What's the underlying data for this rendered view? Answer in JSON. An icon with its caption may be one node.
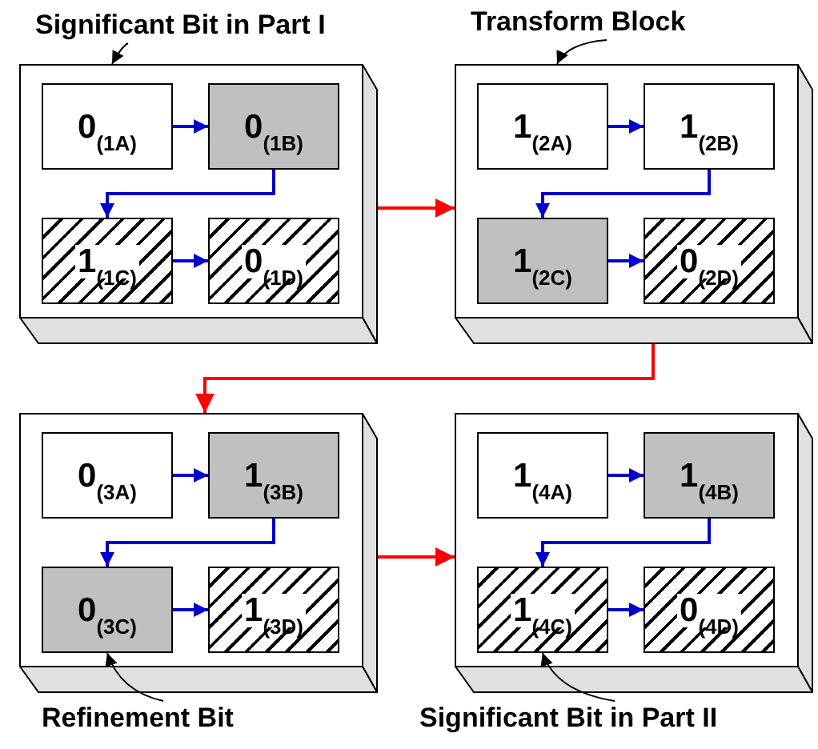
{
  "diagram": {
    "nodes": [
      {
        "text": [
          "Significant Bit in Part I"
        ]
      },
      {
        "text": [
          "Transform Block"
        ]
      },
      {
        "text": [],
        "shape": "box"
      },
      {
        "text": [
          "0$_{(1A)}$"
        ],
        "in": 2
      },
      {
        "text": [
          "0$_{(1B)}$"
        ],
        "in": 2
      },
      {
        "text": [
          "1$_{(1C)}$"
        ],
        "in": 2
      },
      {
        "text": [
          "0$_{(1D)}$"
        ],
        "in": 2
      },
      {
        "text": [],
        "shape": "box"
      },
      {
        "text": [
          "1$_{(2A)}$"
        ],
        "in": 7
      },
      {
        "text": [
          "1$_{(2B)}$"
        ],
        "in": 7
      },
      {
        "text": [
          "1$_{(2C)}$"
        ],
        "in": 7
      },
      {
        "text": [
          "0$_{(2D)}$"
        ],
        "in": 7
      },
      {
        "text": [],
        "shape": "box"
      },
      {
        "text": [
          "0$_{(3A)}$"
        ],
        "in": 12
      },
      {
        "text": [
          "1$_{(3B)}$"
        ],
        "in": 12
      },
      {
        "text": [
          "0$_{(3C)}$"
        ],
        "in": 12
      },
      {
        "text": [
          "1$_{(3D)}$"
        ],
        "in": 12
      },
      {
        "text": [],
        "shape": "box"
      },
      {
        "text": [
          "1$_{(4A)}$"
        ],
        "in": 17
      },
      {
        "text": [
          "1$_{(4B)}$"
        ],
        "in": 17
      },
      {
        "text": [
          "1$_{(4C)}$"
        ],
        "in": 17
      },
      {
        "text": [
          "0$_{(4D)}$"
        ],
        "in": 17
      },
      {
        "text": [
          "Refinement Bit"
        ]
      },
      {
        "text": [
          "Significant Bit in Part II"
        ]
      }
    ],
    "edges": [
      {
        "from": 3,
        "to": 4,
        "arrow": "to"
      },
      {
        "from": 4,
        "to": 5,
        "arrow": "to"
      },
      {
        "from": 5,
        "to": 6,
        "arrow": "to"
      },
      {
        "from": 8,
        "to": 9,
        "arrow": "to"
      },
      {
        "from": 9,
        "to": 10,
        "arrow": "to"
      },
      {
        "from": 10,
        "to": 11,
        "arrow": "to"
      },
      {
        "from": 13,
        "to": 14,
        "arrow": "to"
      },
      {
        "from": 14,
        "to": 15,
        "arrow": "to"
      },
      {
        "from": 15,
        "to": 16,
        "arrow": "to"
      },
      {
        "from": 18,
        "to": 19,
        "arrow": "to"
      },
      {
        "from": 19,
        "to": 20,
        "arrow": "to"
      },
      {
        "from": 20,
        "to": 21,
        "arrow": "to"
      },
      {
        "from": 2,
        "to": 7,
        "arrow": "to",
        "color": "#ff0000"
      },
      {
        "from": 7,
        "to": 12,
        "arrow": "to",
        "color": "#ff0000"
      },
      {
        "from": 12,
        "to": 17,
        "arrow": "to",
        "color": "#ff0000"
      },
      {
        "from": 0,
        "to": 2,
        "arrow": "to",
        "color": "#000000"
      },
      {
        "from": 1,
        "to": 7,
        "arrow": "to",
        "color": "#000000"
      },
      {
        "from": 22,
        "to": 15,
        "arrow": "to",
        "color": "#000000"
      },
      {
        "from": 23,
        "to": 20,
        "arrow": "to",
        "color": "#000000"
      }
    ]
  }
}
